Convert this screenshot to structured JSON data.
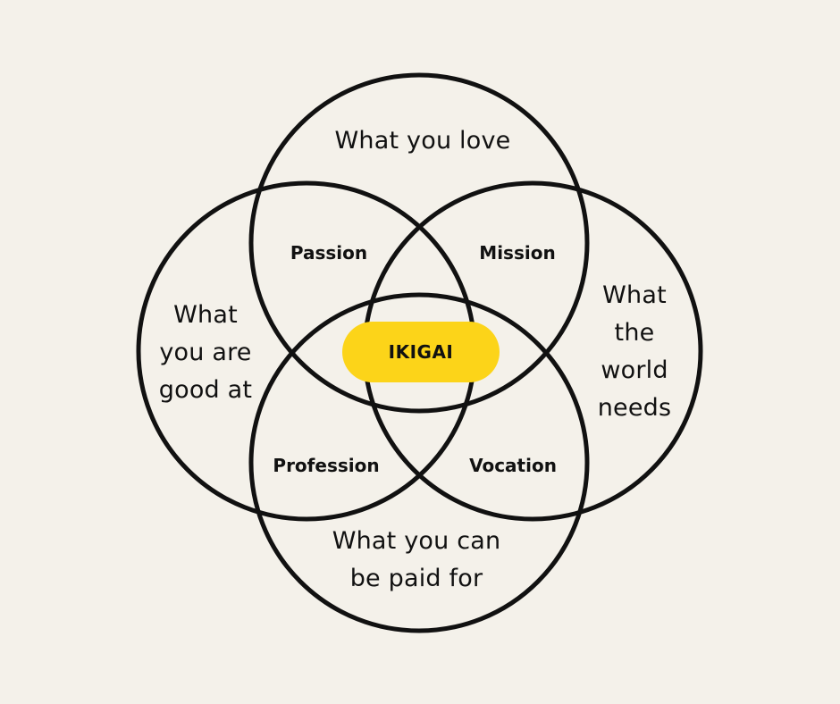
{
  "circles": {
    "top": "What you love",
    "left": "What\nyou are\ngood at",
    "right": "What\nthe\nworld\nneeds",
    "bottom": "What you can\nbe paid for"
  },
  "intersections": {
    "passion": "Passion",
    "mission": "Mission",
    "profession": "Profession",
    "vocation": "Vocation"
  },
  "center": {
    "label": "IKIGAI"
  },
  "colors": {
    "background": "#f4f1ea",
    "stroke": "#111111",
    "center_fill": "#fcd419"
  }
}
